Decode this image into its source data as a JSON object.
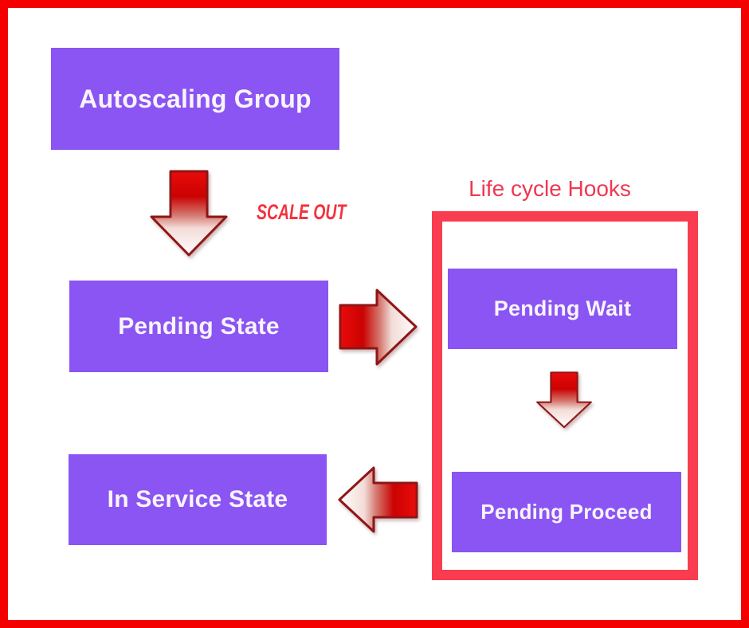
{
  "colors": {
    "background": "#FFFFFF",
    "outer_border": "#F40000",
    "node_fill": "#8A55F3",
    "node_text": "#F8F4FB",
    "hooks_border": "#F93C4F",
    "hooks_title_text": "#EE3850",
    "scale_out_text": "#F5323E",
    "arrow_red": "#D40000",
    "arrow_outline": "#8E1616"
  },
  "nodes": [
    {
      "id": "autoscaling-group",
      "label": "Autoscaling Group"
    },
    {
      "id": "pending-state",
      "label": "Pending State"
    },
    {
      "id": "in-service-state",
      "label": "In Service State"
    },
    {
      "id": "pending-wait",
      "label": "Pending Wait"
    },
    {
      "id": "pending-proceed",
      "label": "Pending Proceed"
    }
  ],
  "annotations": {
    "scale_out": "SCALE OUT",
    "lifecycle_hooks": "Life cycle Hooks"
  },
  "arrows": [
    {
      "id": "autoscaling-to-pending-state",
      "direction": "down"
    },
    {
      "id": "pending-state-to-pending-wait",
      "direction": "right"
    },
    {
      "id": "pending-wait-to-pending-proceed",
      "direction": "down"
    },
    {
      "id": "pending-proceed-to-in-service",
      "direction": "left"
    }
  ]
}
